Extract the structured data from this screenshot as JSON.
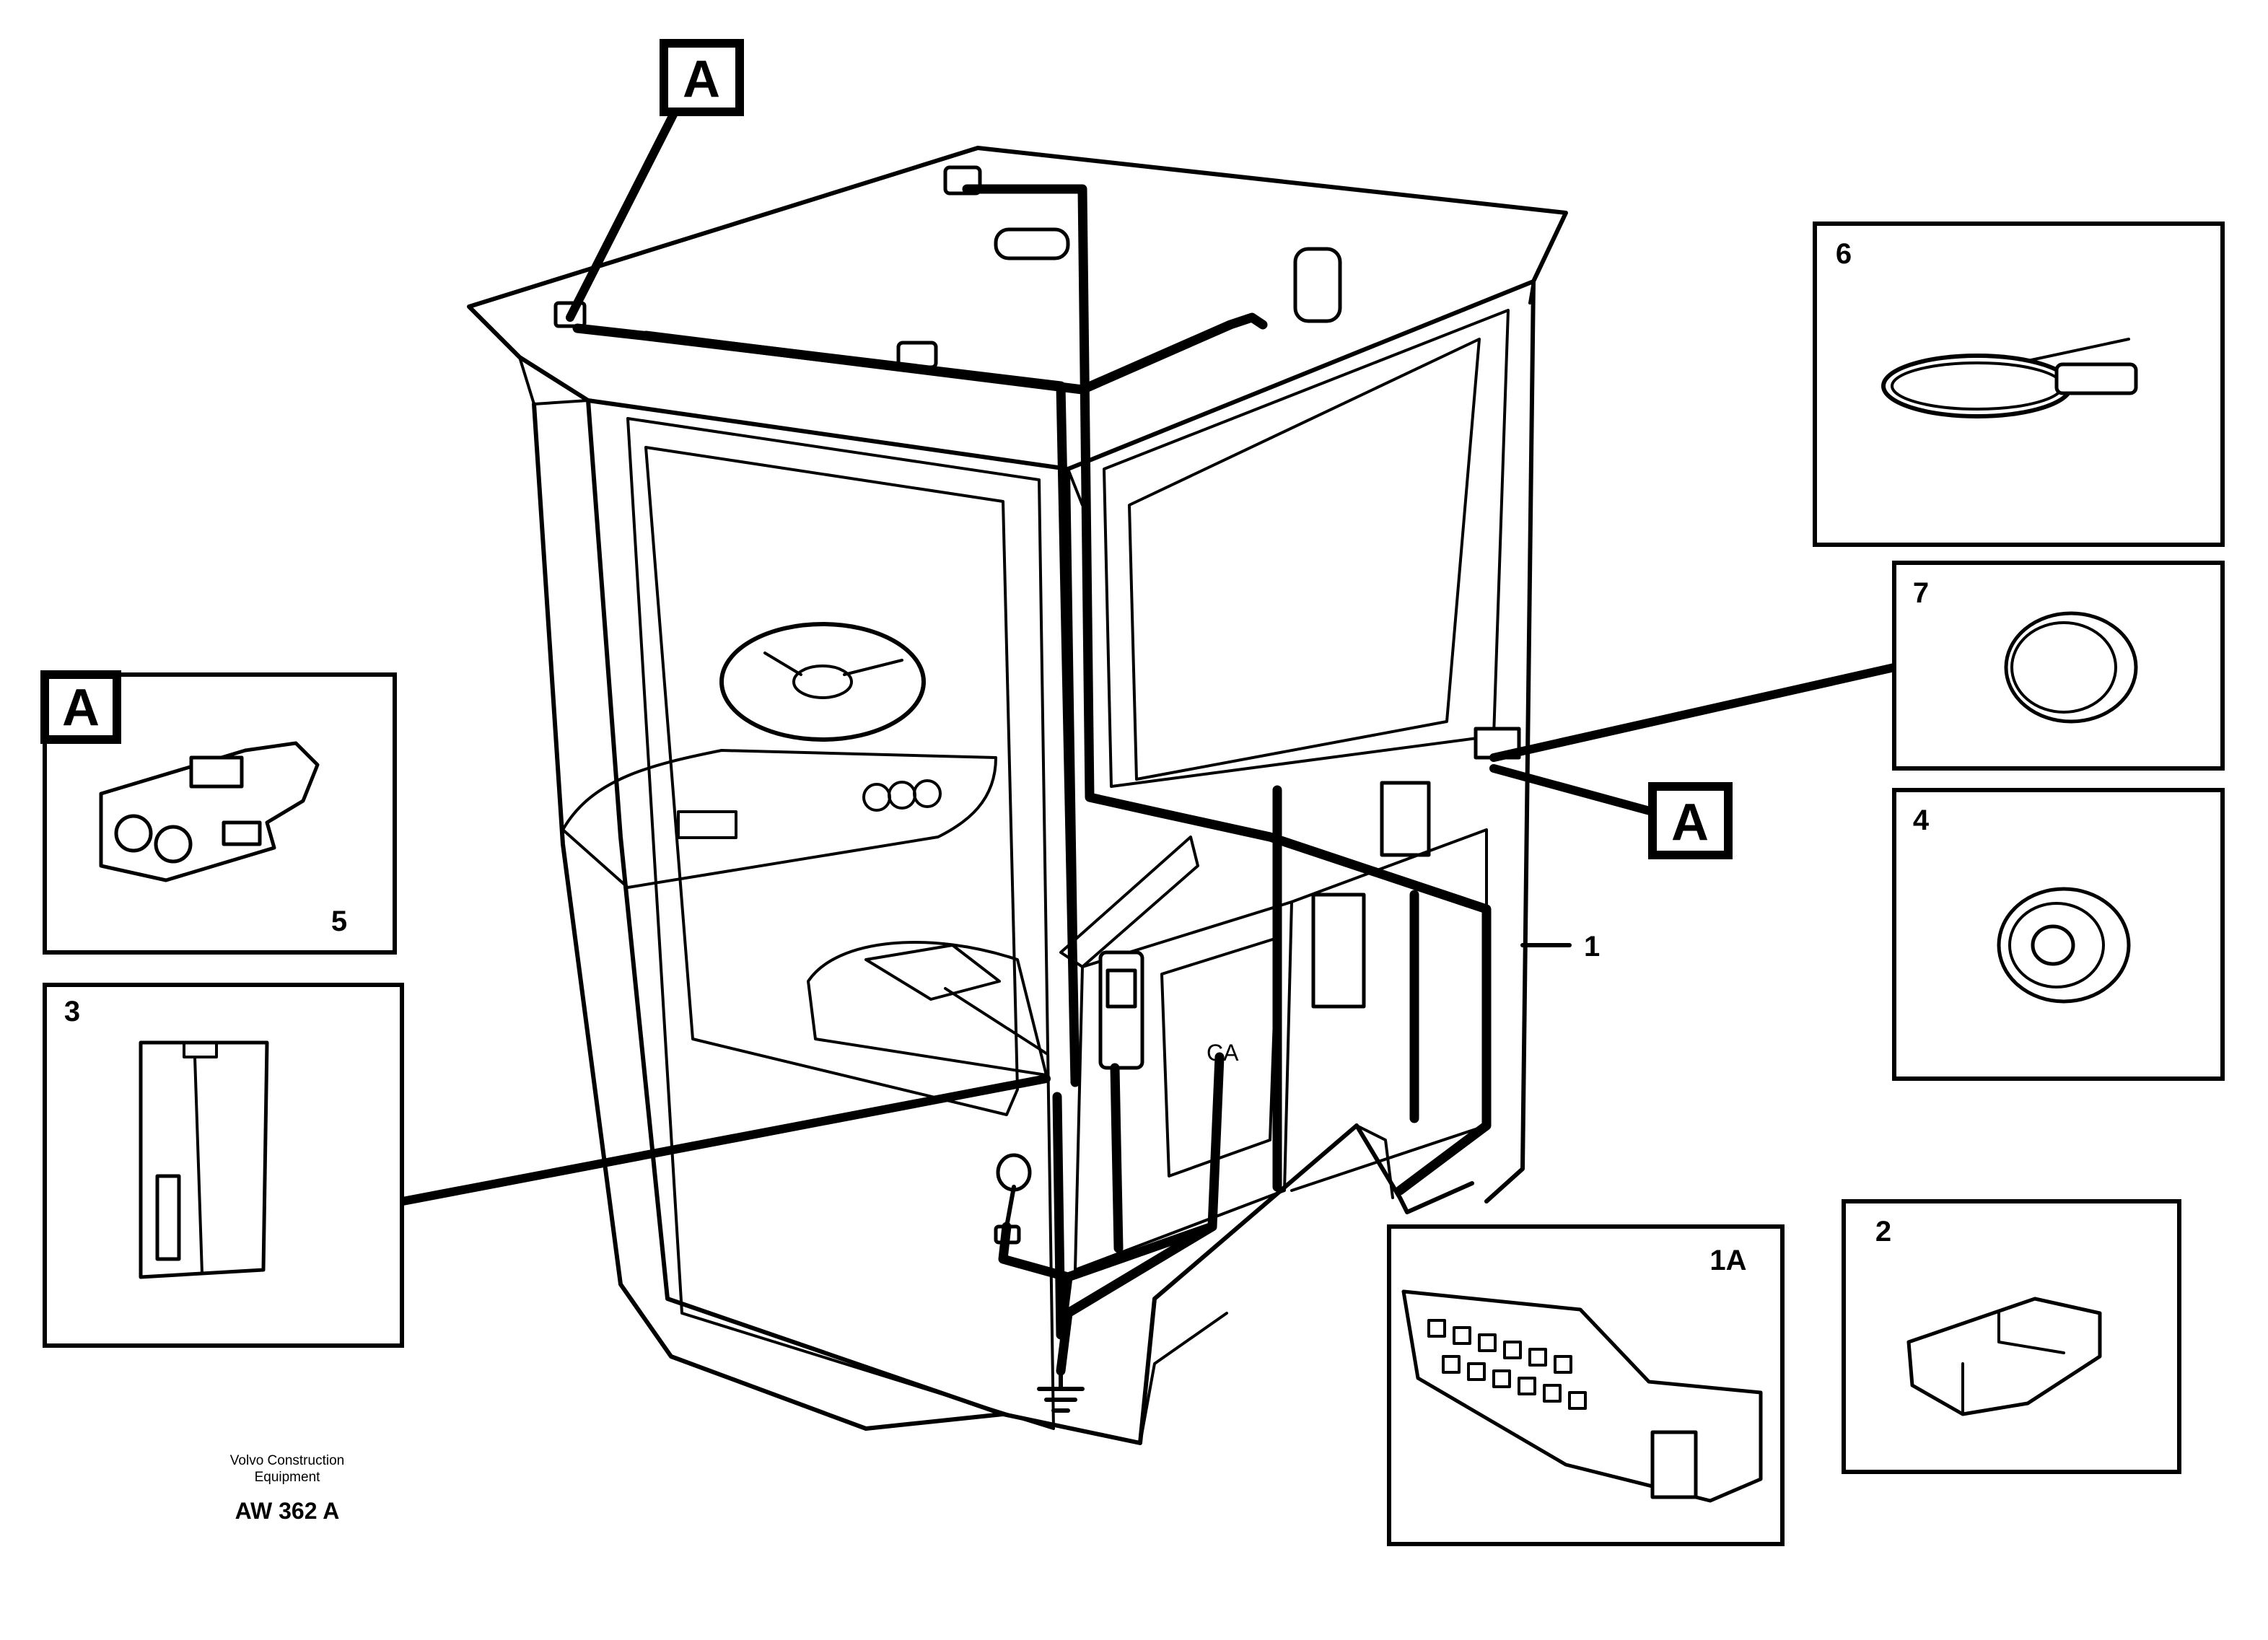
{
  "labels": {
    "callout_tag": "A",
    "item_1": "1",
    "item_1a": "1A",
    "item_2": "2",
    "item_3": "3",
    "item_4": "4",
    "item_5": "5",
    "item_6": "6",
    "item_7": "7",
    "cab_ca": "CA"
  },
  "footer": {
    "credit_line_1": "Volvo Construction",
    "credit_line_2": "Equipment",
    "drawing_code": "AW 362 A"
  }
}
